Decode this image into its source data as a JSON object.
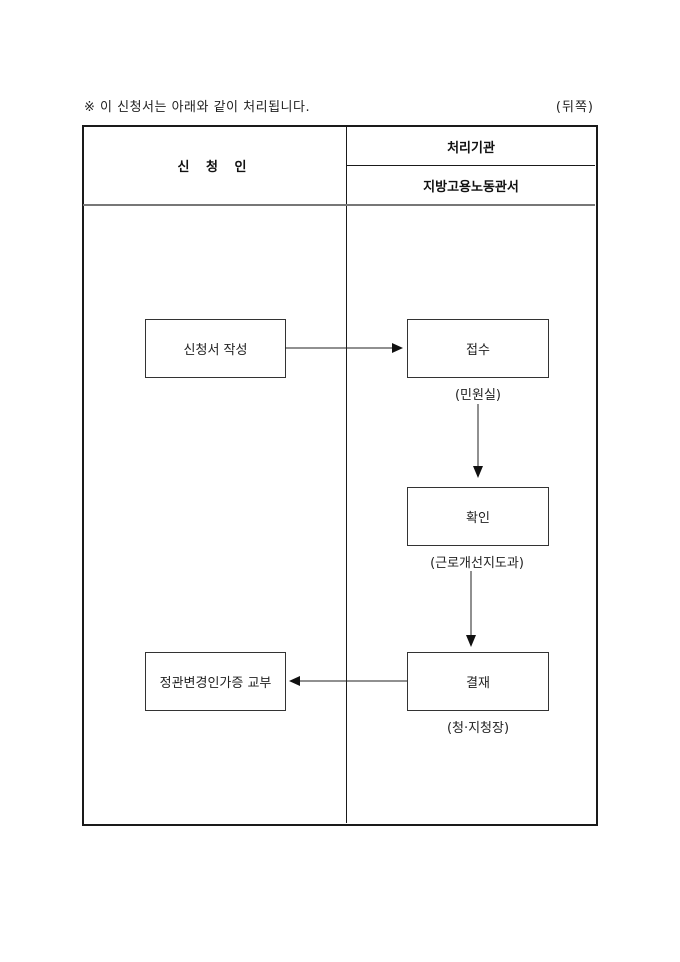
{
  "note": "※ 이 신청서는 아래와 같이 처리됩니다.",
  "page_side": "(뒤쪽)",
  "header": {
    "applicant": "신 청 인",
    "processing_agency": "처리기관",
    "office": "지방고용노동관서"
  },
  "steps": {
    "write": "신청서 작성",
    "receipt": {
      "label": "접수",
      "dept": "(민원실)"
    },
    "confirm": {
      "label": "확인",
      "dept": "(근로개선지도과)"
    },
    "approval": {
      "label": "결재",
      "dept": "(청·지청장)"
    },
    "issue": "정관변경인가증 교부"
  }
}
